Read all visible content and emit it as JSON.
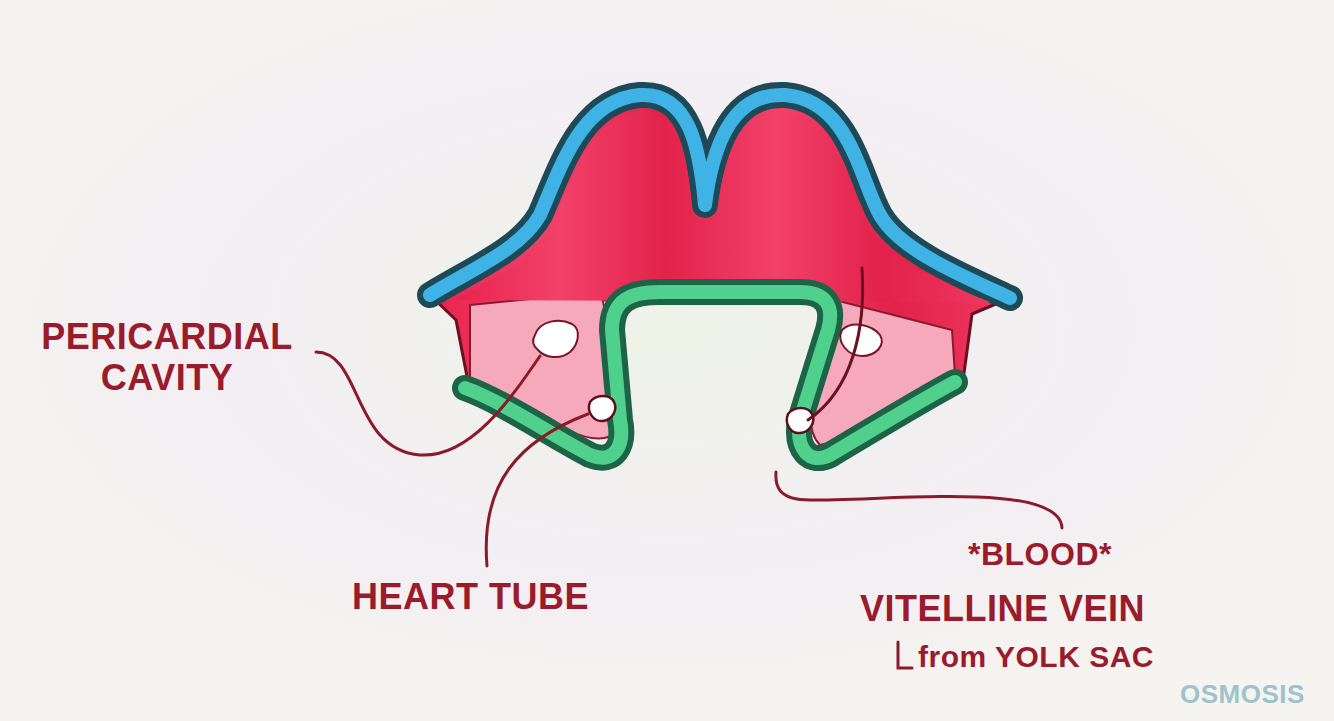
{
  "diagram": {
    "labels": [
      "PERICARDIAL CAVITY",
      "HEART TUBE",
      "*BLOOD*",
      "VITELLINE VEIN",
      "from YOLK SAC",
      "OSMOSIS"
    ]
  }
}
